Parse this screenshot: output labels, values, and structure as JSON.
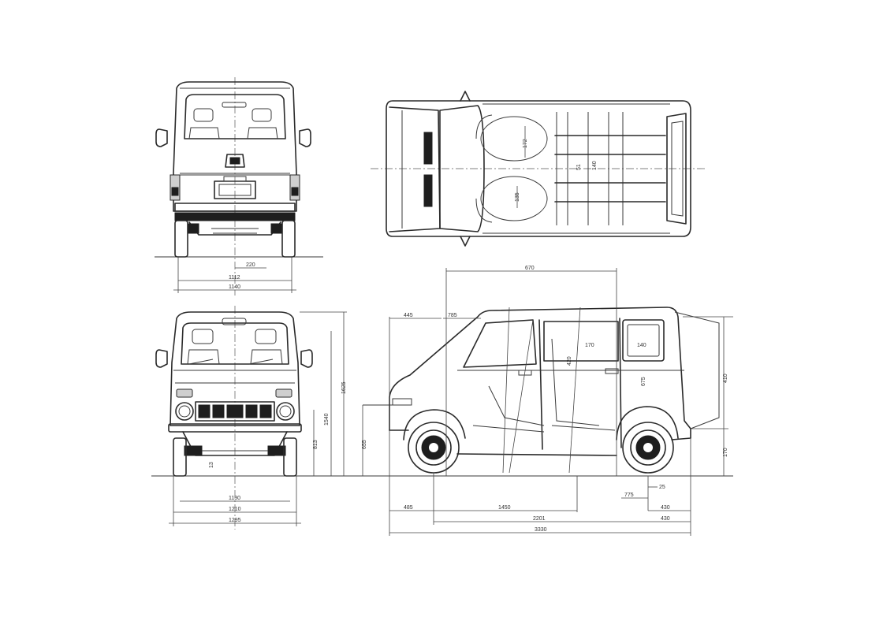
{
  "views": {
    "rear": {
      "dims": {
        "d_220": "220",
        "d_1112": "1112",
        "d_1140": "1140"
      }
    },
    "front": {
      "dims": {
        "d_1130": "1130",
        "d_1210": "1210",
        "d_1295": "1295",
        "d_1625": "1625",
        "d_1540": "1540",
        "d_813": "813",
        "d_13": "13"
      }
    },
    "top": {
      "dims": {
        "d_172": "172",
        "d_135": "135",
        "d_51": "51",
        "d_140": "140"
      }
    },
    "side": {
      "dims": {
        "d_670": "670",
        "d_445": "445",
        "d_785": "785",
        "d_655": "655",
        "d_420": "420",
        "d_170": "170",
        "d_140": "140",
        "d_675": "675",
        "d_410": "410",
        "d_25": "25",
        "d_775": "775",
        "d_485": "485",
        "d_1450": "1450",
        "d_2201": "2201",
        "d_430": "430",
        "d_3330": "3330"
      }
    }
  }
}
